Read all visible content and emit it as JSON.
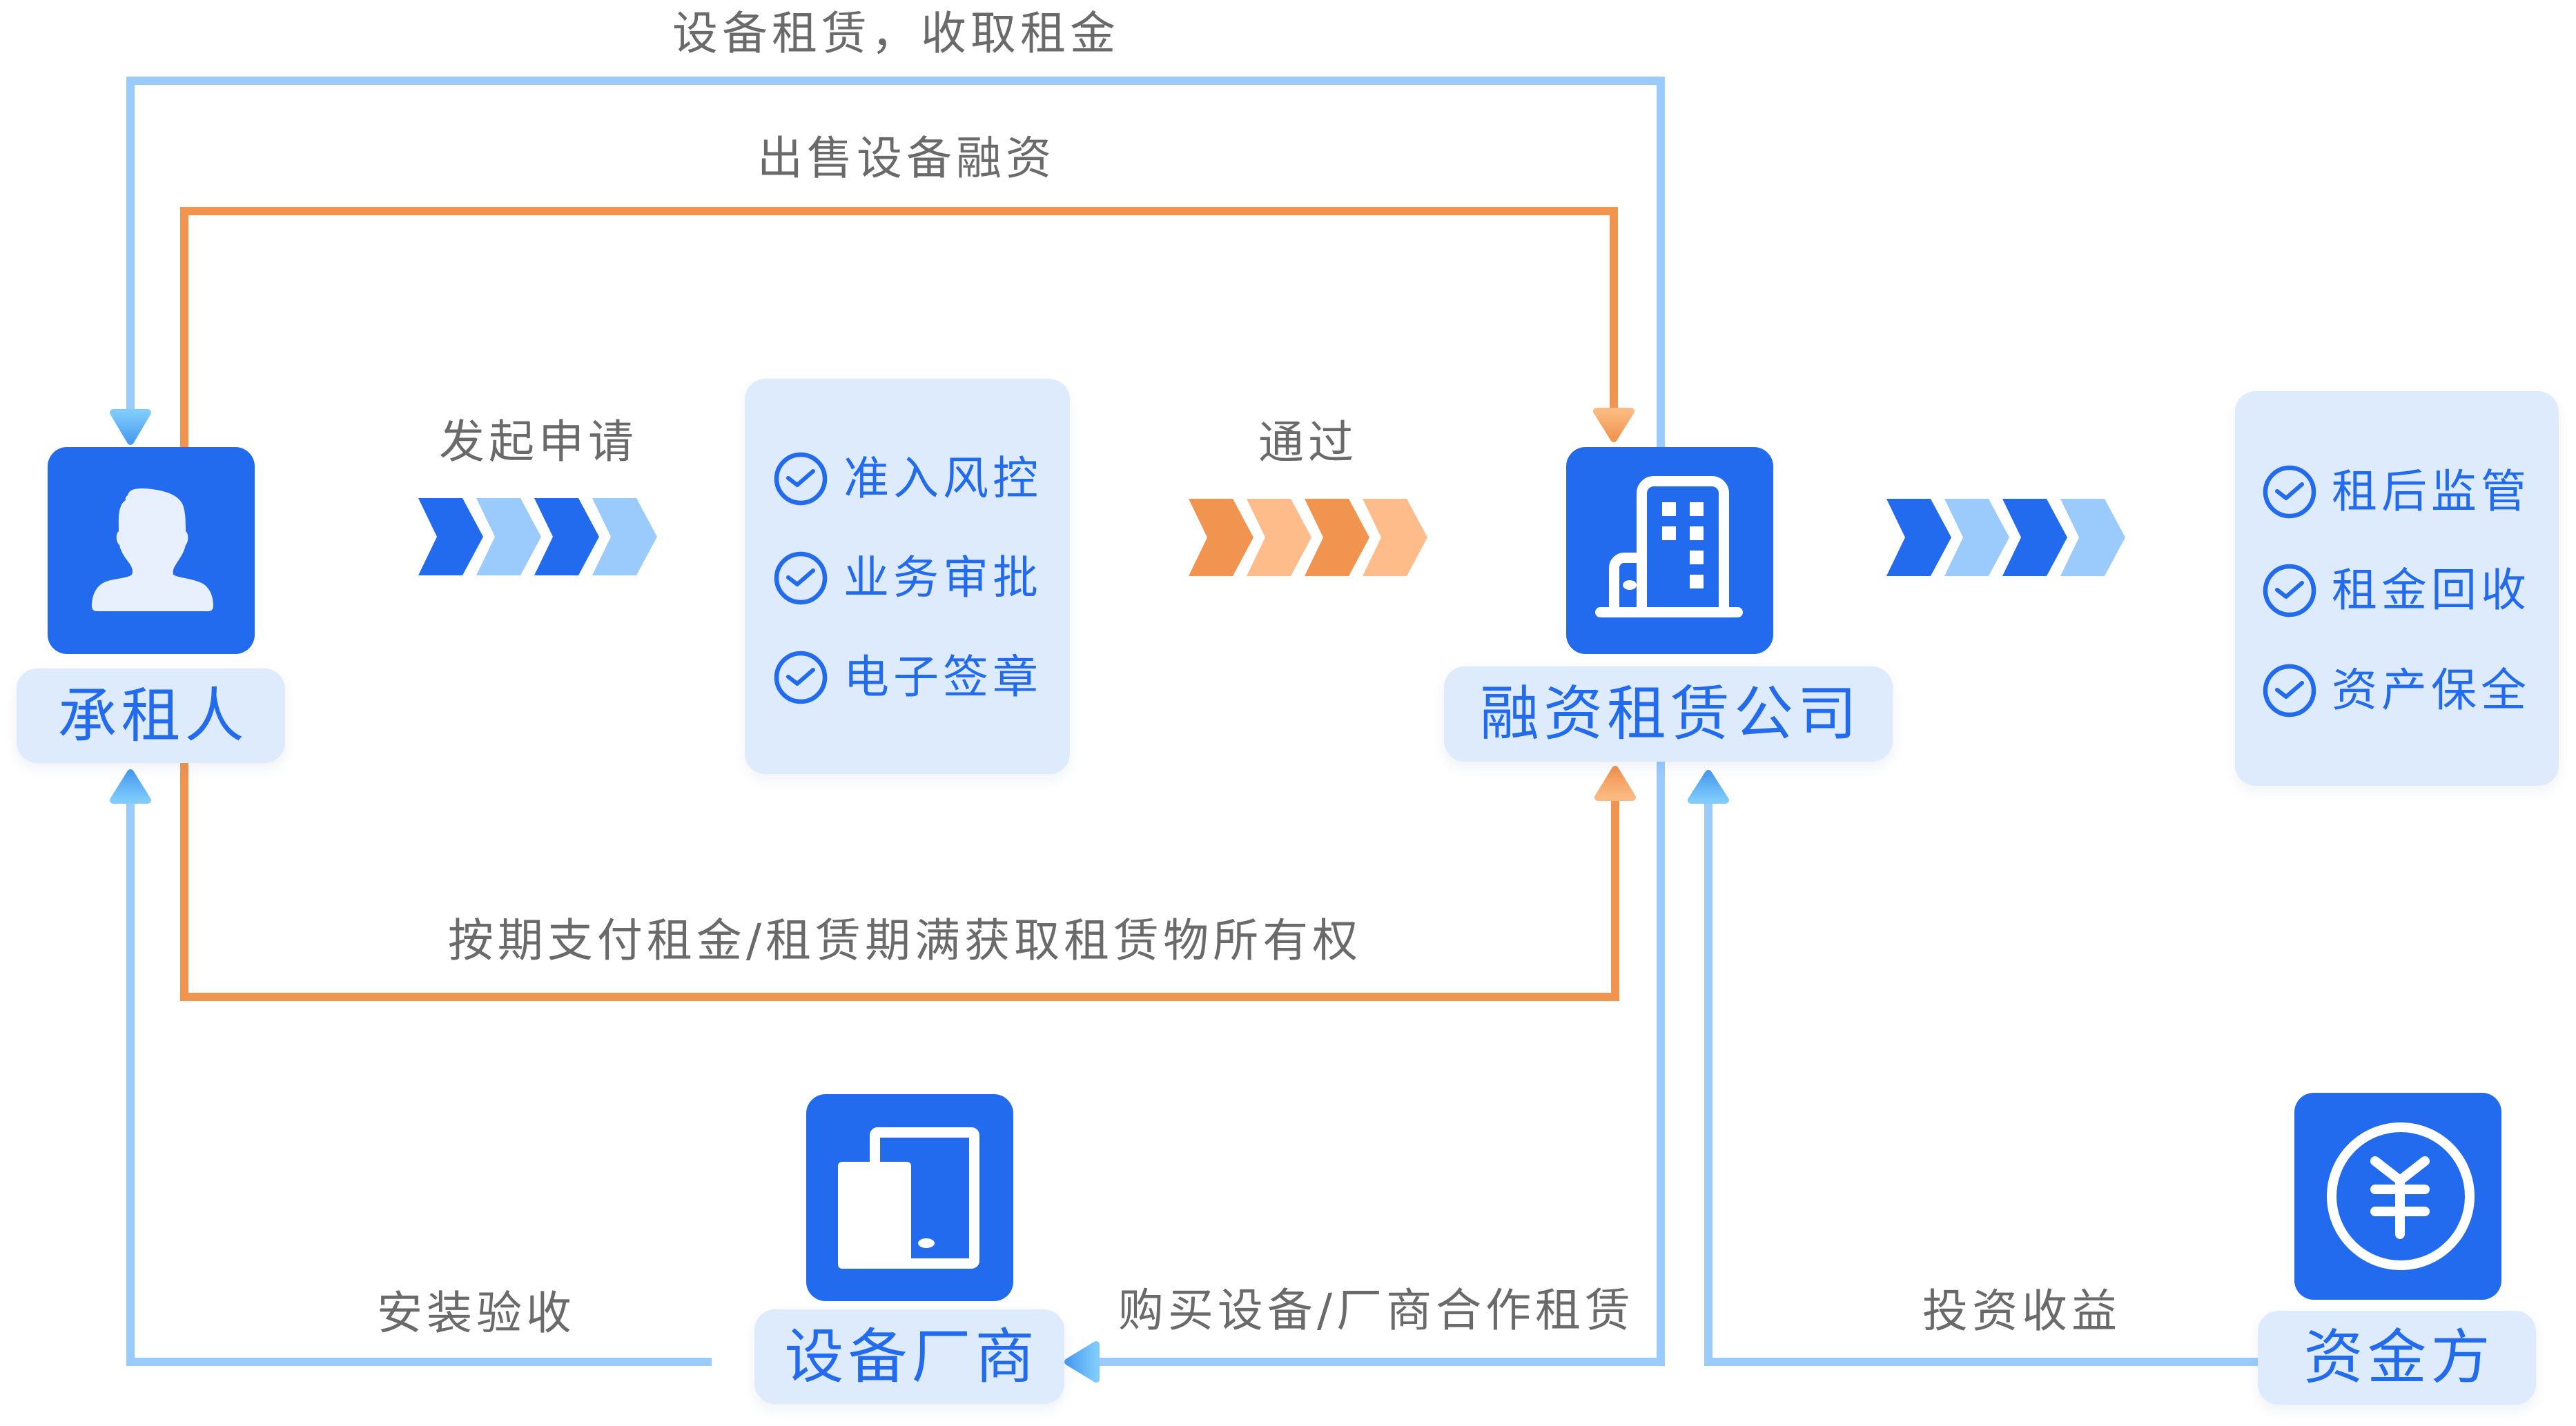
{
  "nodes": {
    "lessee": {
      "label": "承租人",
      "icon": "user-icon"
    },
    "leasing_company": {
      "label": "融资租赁公司",
      "icon": "building-icon"
    },
    "equipment_vendor": {
      "label": "设备厂商",
      "icon": "devices-icon"
    },
    "funder": {
      "label": "资金方",
      "icon": "yen-coin-icon"
    }
  },
  "edges": [
    {
      "id": "lease_collect_rent",
      "from": "leasing_company",
      "to": "lessee",
      "label": "设备租赁，收取租金",
      "style": "blue-line"
    },
    {
      "id": "sell_equipment_financing",
      "from": "lessee",
      "to": "leasing_company",
      "label": "出售设备融资",
      "style": "orange-line"
    },
    {
      "id": "apply",
      "from": "lessee",
      "to": "review_steps",
      "label": "发起申请",
      "style": "blue-chevrons"
    },
    {
      "id": "approved",
      "from": "review_steps",
      "to": "leasing_company",
      "label": "通过",
      "style": "orange-chevrons"
    },
    {
      "id": "to_post_lease",
      "from": "leasing_company",
      "to": "post_lease_steps",
      "style": "blue-chevrons"
    },
    {
      "id": "pay_rent",
      "from": "lessee",
      "to": "leasing_company",
      "label": "按期支付租金/租赁期满获取租赁物所有权",
      "style": "orange-line"
    },
    {
      "id": "install_accept",
      "from": "equipment_vendor",
      "to": "lessee",
      "label": "安装验收",
      "style": "blue-line"
    },
    {
      "id": "purchase",
      "from": "leasing_company",
      "to": "equipment_vendor",
      "label": "购买设备/厂商合作租赁",
      "style": "blue-line"
    },
    {
      "id": "investment_return",
      "from": "funder",
      "to": "leasing_company",
      "label": "投资收益",
      "style": "blue-line"
    }
  ],
  "review_steps": [
    {
      "label": "准入风控",
      "icon": "check-circle-icon"
    },
    {
      "label": "业务审批",
      "icon": "check-circle-icon"
    },
    {
      "label": "电子签章",
      "icon": "check-circle-icon"
    }
  ],
  "post_lease_steps": [
    {
      "label": "租后监管",
      "icon": "check-circle-icon"
    },
    {
      "label": "租金回收",
      "icon": "check-circle-icon"
    },
    {
      "label": "资产保全",
      "icon": "check-circle-icon"
    }
  ],
  "colors": {
    "background": "#FFFFFF",
    "primary": "#226BEE",
    "primary_light": "#9BCBFD",
    "accent": "#F09450",
    "accent_light": "#FDBC8A",
    "panel_bg": "#DDEBFC",
    "text_gray": "#6A6A6A",
    "icon_fg": "#FFFFFF",
    "silhouette": "#E8F0FD",
    "arrow_blue_light": "#7ECBFC",
    "arrow_blue_dark": "#4A9CF0",
    "arrow_orange_light": "#FBBA82",
    "arrow_orange_dark": "#F09450"
  }
}
